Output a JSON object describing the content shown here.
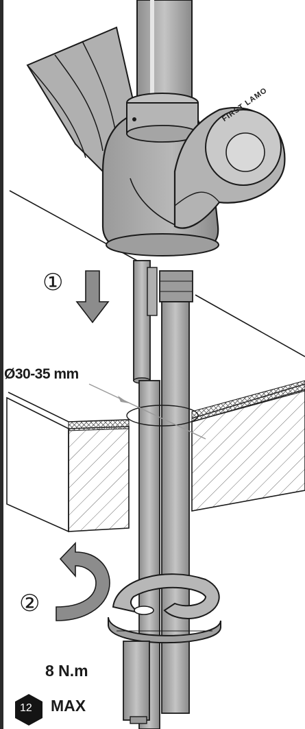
{
  "product": {
    "logo_text": "FIRST LAMO"
  },
  "steps": [
    {
      "number": "①",
      "action": "push-down-arrow-icon"
    },
    {
      "number": "②",
      "action": "rotate-arrow-icon"
    }
  ],
  "dimension": {
    "hole_label": "Ø30-35 mm"
  },
  "torque": {
    "tool_size": "12",
    "value_label": "8 N.m",
    "max_label": "MAX"
  },
  "colors": {
    "outline": "#1a1a1a",
    "body": "#a9a9a9",
    "body_light": "#c4c4c4",
    "body_dark": "#7d7d7d",
    "arrow_fill": "#8c8c8c",
    "hatch": "#555555"
  }
}
